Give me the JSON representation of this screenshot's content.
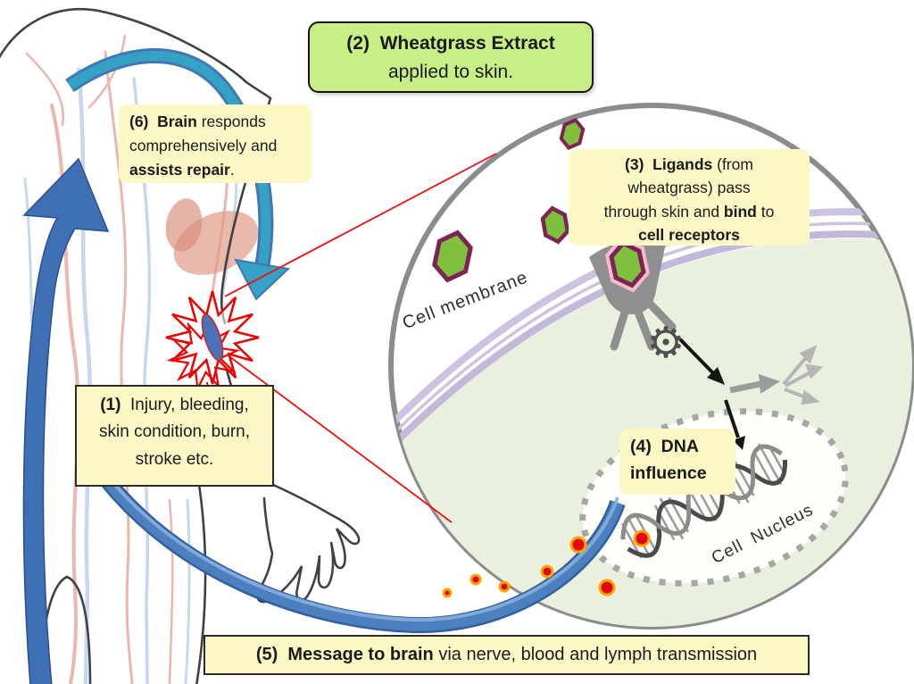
{
  "diagram_title": "Wheatgrass extract skin-cell signalling diagram",
  "boxes": {
    "step2": {
      "l1": "(2)  Wheatgrass Extract",
      "l2": "applied to skin."
    },
    "step6": {
      "l1b": "(6)  Brain",
      "l1r": " responds",
      "l2": "comprehensively and",
      "l3b": "assists repair",
      "l3r": "."
    },
    "step3": {
      "l1b": "(3)  Ligands",
      "l1r": " (from",
      "l2": "wheatgrass) pass",
      "l3a": "through skin and ",
      "l3b": "bind",
      "l3c": " to",
      "l4": "cell receptors"
    },
    "step1": {
      "l1b": "(1)",
      "l1r": "  Injury, bleeding,",
      "l2": "skin condition, burn,",
      "l3": "stroke etc."
    },
    "step4": {
      "l1": "(4)  DNA",
      "l2": "influence"
    },
    "step5": {
      "b": "(5)  Message to brain",
      "r": " via nerve, blood and lymph transmission"
    }
  },
  "labels": {
    "cell_membrane": "Cell membrane",
    "cell_nucleus": "Cell  Nucleus"
  },
  "icons": {
    "ligand": "ligand-hexagon-icon",
    "receptor": "receptor-icon",
    "gear": "gear-icon",
    "dna": "dna-helix-icon",
    "injury": "injury-starburst-icon"
  },
  "colors": {
    "box_yellow": "#fcf8c5",
    "box_green": "#c8ee86",
    "brain_arrow_blue": "#3f6fb5",
    "response_arrow_teal": "#35a1c5",
    "message_path_blue": "#4d80bf",
    "ligand_green": "#7fc13e",
    "ligand_border": "#7e2455",
    "membrane_lavender": "#cdc3e0",
    "cell_fill": "#e9f1de",
    "circle_border": "#8c8c8c",
    "signal_dot_red": "#e30613",
    "signal_dot_ring": "#f7a300",
    "injury_red": "#ee0000"
  }
}
